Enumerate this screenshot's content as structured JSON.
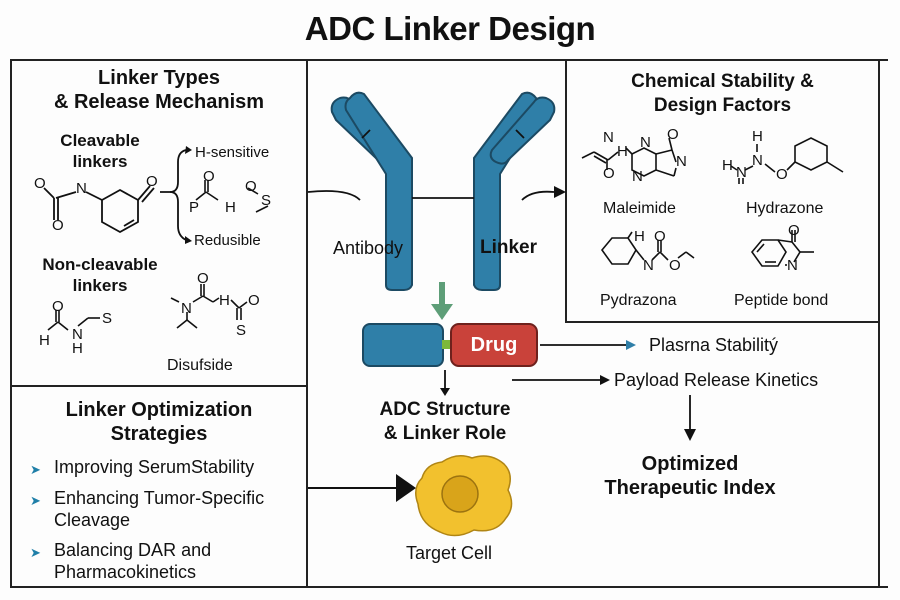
{
  "title": "ADC Linker Design",
  "colors": {
    "antibody": "#2f7fa8",
    "drug": "#c9423a",
    "linker_arrow": "#5e9e78",
    "linker_bar": "#7cb83a",
    "cell": "#f2c12e",
    "nucleus": "#d9a41a",
    "bullet": "#1f7fa8"
  },
  "linker_types": {
    "title_line1": "Linker Types",
    "title_line2": "& Release Mechanism",
    "cleavable_line1": "Cleavable",
    "cleavable_line2": "linkers",
    "branch_top": "H-sensitive",
    "branch_bottom": "Redusible",
    "noncleavable_line1": "Non-cleavable",
    "noncleavable_line2": "linkers",
    "disulfide_label": "Disufside",
    "atoms": {
      "O": "O",
      "N": "N",
      "H": "H",
      "S": "S",
      "P": "P"
    }
  },
  "strategies": {
    "title_line1": "Linker Optimization",
    "title_line2": "Strategies",
    "items": [
      {
        "bullet": "➤",
        "line1": "Improving SerumStability",
        "line2": ""
      },
      {
        "bullet": "➤",
        "line1": "Enhancing Tumor-Specific",
        "line2": "Cleavage"
      },
      {
        "bullet": "➤",
        "line1": "Balancing DAR and",
        "line2": "Pharmacokinetics"
      }
    ]
  },
  "center": {
    "antibody_label": "Antibody",
    "linker_label": "Linker",
    "drug_label": "Drug",
    "role_line1": "ADC Structure",
    "role_line2": "& Linker Role",
    "target_cell_label": "Target Cell"
  },
  "chemical_stability": {
    "title_line1": "Chemical Stability &",
    "title_line2": "Design Factors",
    "compounds": [
      {
        "name": "Maleimide"
      },
      {
        "name": "Hydrazone"
      },
      {
        "name": "Pydrazona"
      },
      {
        "name": "Peptide bond"
      }
    ]
  },
  "outcomes": {
    "plasma": "Plasrna Stabilitý",
    "payload": "Payload Release Kinetics",
    "result_line1": "Optimized",
    "result_line2": "Therapeutic Index"
  }
}
